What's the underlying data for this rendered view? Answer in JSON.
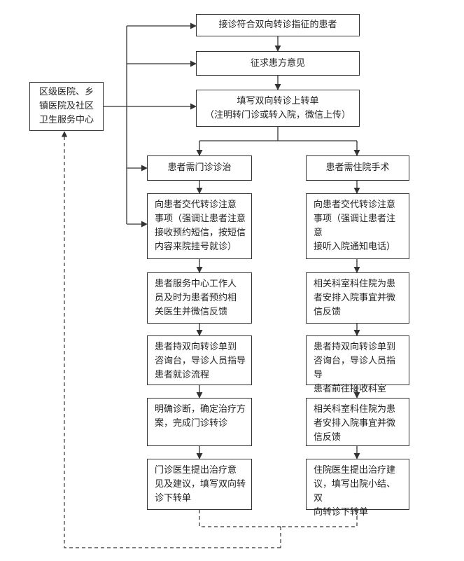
{
  "source_box": [
    "区级医院、乡",
    "镇医院及社区",
    "卫生服务中心"
  ],
  "main_flow": {
    "step1": "接诊符合双向转诊指征的患者",
    "step2": "征求患方意见",
    "step3": [
      "填写双向转诊上转单",
      "（注明转门诊或转入院，微信上传）"
    ]
  },
  "left_branch": {
    "header": "患者需门诊诊治",
    "steps": [
      [
        "向患者交代转诊注意",
        "事项（强调让患者注意",
        "接收预约短信，按短信",
        "内容来院挂号就诊）"
      ],
      [
        "患者服务中心工作人",
        "员及时为患者预约相",
        "关医生并微信反馈"
      ],
      [
        "患者持双向转诊单到",
        "咨询台，导诊人员指导",
        "患者就诊流程"
      ],
      [
        "明确诊断，确定治疗方",
        "案，完成门诊转诊"
      ],
      [
        "门诊医生提出治疗意",
        "见及建议，填写双向转",
        "诊下转单"
      ]
    ]
  },
  "right_branch": {
    "header": "患者需住院手术",
    "steps": [
      [
        "向患者交代转诊注意",
        "事项（强调让患者注意",
        "接听入院通知电话）"
      ],
      [
        "相关科室科住院为患",
        "者安排入院事宜并微",
        "信反馈"
      ],
      [
        "患者持双向转诊单到",
        "咨询台，导诊人员指导",
        "患者前往接收科室"
      ],
      [
        "相关科室科住院为患",
        "者安排入院事宜并微",
        "信反馈"
      ],
      [
        "住院医生提出治疗建",
        "议，填写出院小结、双",
        "向转诊下转单"
      ]
    ]
  }
}
